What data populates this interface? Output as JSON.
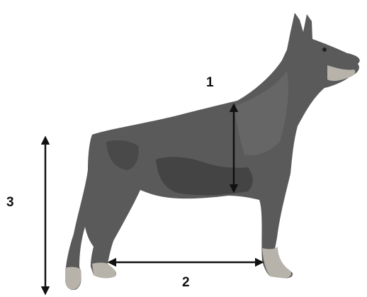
{
  "measurements": {
    "one": "1",
    "two": "2",
    "three": "3"
  },
  "colors": {
    "dog_body": "#5a5a5a",
    "dog_dark": "#3d3d3d",
    "dog_shade": "#6e6e6e",
    "tan_markings": "#b7b2aa",
    "arrow": "#111111",
    "background": "#ffffff"
  }
}
